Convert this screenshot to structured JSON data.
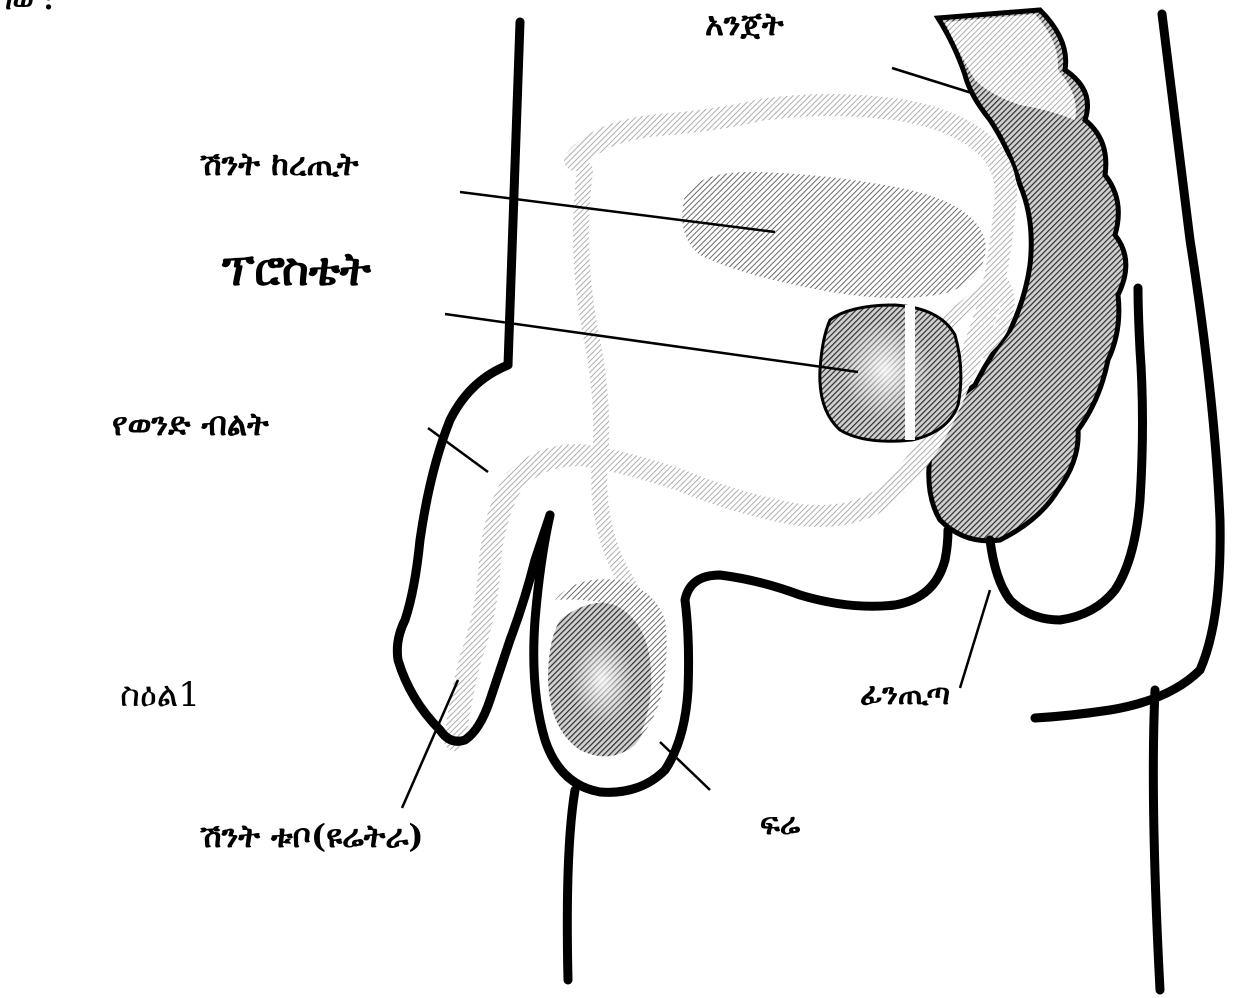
{
  "labels": {
    "corner": "ገወ :",
    "rectum": "አንጀት",
    "bladder": "ሽንት ከረጢት",
    "prostate": "ፕሮስቴት",
    "penis": "የወንድ  ብልት",
    "figure": "ስዕል1",
    "anus": "ፊንጢጣ",
    "urethra": "ሽንት ቱቦ(ዩሬትራ)",
    "scrotum": "ፍሬ"
  },
  "colors": {
    "outline": "#000000",
    "hatch_light": "#9a9a9a",
    "hatch_dark": "#3a3a3a",
    "background": "#ffffff"
  }
}
